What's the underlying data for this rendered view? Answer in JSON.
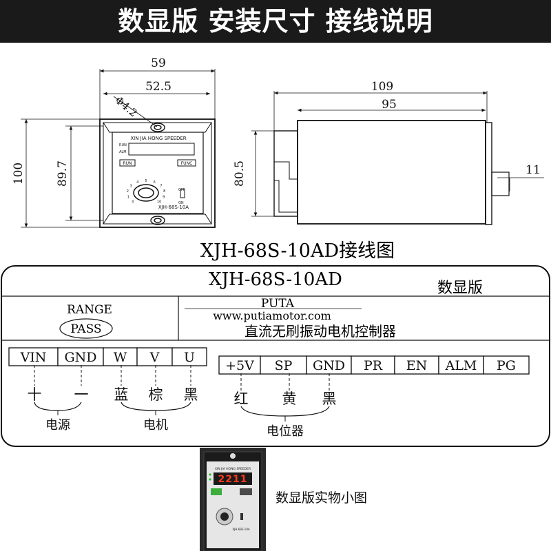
{
  "header": {
    "title": "数显版 安装尺寸 接线说明"
  },
  "front_view": {
    "dims": {
      "overall_width": "59",
      "hole_spacing": "52.5",
      "hole_dia": "Φ4.2",
      "height": "100",
      "inner_height": "89.7"
    },
    "panel": {
      "brand": "XIN JIA HONG SPEEDER",
      "run_label": "RUN",
      "alm_label": "ALM",
      "btn_run": "RUN",
      "btn_func": "FUNC",
      "switch_off": "OFF",
      "switch_on": "ON",
      "model": "XJH-68S-10A",
      "knob_scale": [
        "0",
        "1",
        "2",
        "3",
        "4",
        "5",
        "6",
        "7",
        "8",
        "9",
        "10"
      ]
    }
  },
  "side_view": {
    "dims": {
      "total_length": "109",
      "body_length": "95",
      "height": "80.5",
      "shaft": "11"
    }
  },
  "wiring": {
    "diagram_title": "XJH-68S-10AD接线图",
    "label_model": "XJH-68S-10AD",
    "label_version": "数显版",
    "range_label": "RANGE",
    "pass_label": "PASS",
    "brand": "PUTA",
    "website": "www.putiamotor.com",
    "product_name": "直流无刷振动电机控制器",
    "terminals_left": [
      "VIN",
      "GND",
      "W",
      "V",
      "U"
    ],
    "terminals_right": [
      "+5V",
      "SP",
      "GND",
      "PR",
      "EN",
      "ALM",
      "PG"
    ],
    "power_signs": [
      "十",
      "一"
    ],
    "power_group": "电源",
    "motor_colors": [
      "蓝",
      "棕",
      "黑"
    ],
    "motor_group": "电机",
    "pot_colors": [
      "红",
      "黄",
      "黑"
    ],
    "pot_group": "电位器"
  },
  "photo": {
    "caption": "数显版实物小图",
    "display_value": "2211",
    "brand": "XIN JIA HONG SPEEDER",
    "model": "XJH-68S-10A"
  }
}
